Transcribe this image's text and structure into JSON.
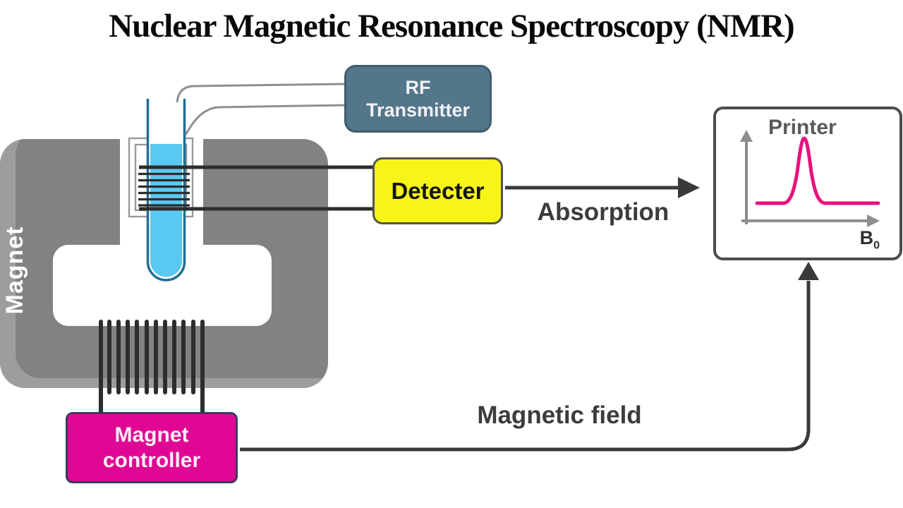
{
  "title": "Nuclear Magnetic Resonance Spectroscopy (NMR)",
  "labels": {
    "magnet": "Magnet",
    "absorption": "Absorption",
    "magnetic_field": "Magnetic field"
  },
  "boxes": {
    "rf_transmitter": {
      "line1": "RF",
      "line2": "Transmitter",
      "color": "#54768b"
    },
    "detector": {
      "label": "Detecter",
      "color": "#f7f518"
    },
    "magnet_controller": {
      "line1": "Magnet",
      "line2": "controller",
      "color": "#e00795"
    },
    "printer": {
      "label": "Printer",
      "xaxis_label": "B",
      "xaxis_sub": "0"
    }
  },
  "colors": {
    "magnet_body": "#828282",
    "magnet_highlight": "#9d9d9d",
    "tube_liquid": "#59c9f2",
    "tube_outline": "#1e6e96",
    "wire_dark": "#2d2d2d",
    "wire_gray": "#8f8f8f",
    "arrow_dark": "#3a3a3a",
    "signal_curve": "#e8127c",
    "axis_gray": "#8e8e8e"
  }
}
